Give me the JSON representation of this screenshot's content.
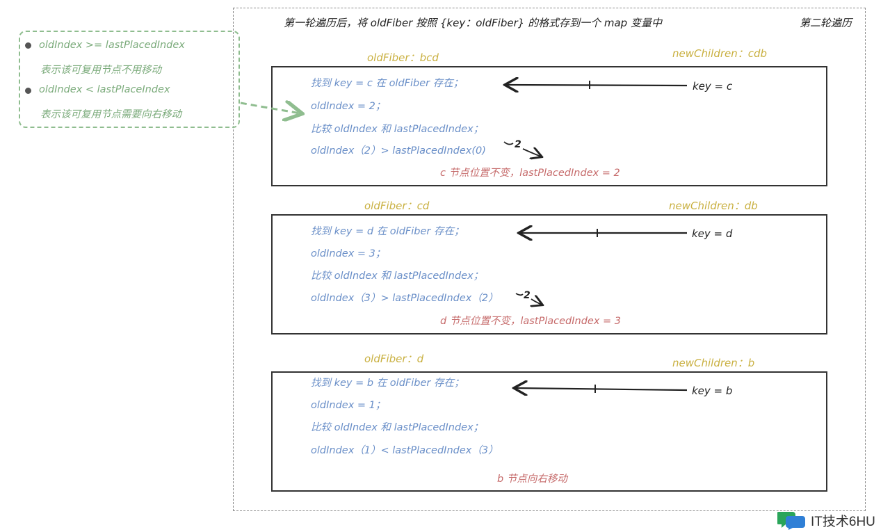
{
  "header": {
    "caption": "第一轮遍历后，将 oldFiber 按照 {key：oldFiber} 的格式存到一个 map 变量中",
    "second_round": "第二轮遍历"
  },
  "legend": {
    "rule1": "oldIndex >= lastPlacedIndex",
    "rule1_desc": "表示该可复用节点不用移动",
    "rule2": "oldIndex < lastPlaceIndex",
    "rule2_desc": "表示该可复用节点需要向右移动"
  },
  "steps": [
    {
      "old_fiber": "oldFiber：bcd",
      "new_children": "newChildren：cdb",
      "key": "key = c",
      "lines": [
        "找到 key = c 在 oldFiber 存在；",
        "oldIndex = 2；",
        "比较 oldIndex 和 lastPlacedIndex；",
        "oldIndex（2）> lastPlacedIndex(0)"
      ],
      "result_mark": "2",
      "result": "c 节点位置不变，lastPlacedIndex = 2"
    },
    {
      "old_fiber": "oldFiber：cd",
      "new_children": "newChildren：db",
      "key": "key = d",
      "lines": [
        "找到 key = d 在 oldFiber 存在；",
        "oldIndex = 3；",
        "比较 oldIndex 和 lastPlacedIndex；",
        "oldIndex（3）> lastPlacedIndex（2）"
      ],
      "result_mark": "2",
      "result": "d 节点位置不变，lastPlacedIndex = 3"
    },
    {
      "old_fiber": "oldFiber：d",
      "new_children": "newChildren：b",
      "key": "key = b",
      "lines": [
        "找到 key = b 在 oldFiber 存在；",
        "oldIndex = 1；",
        "比较 oldIndex 和 lastPlacedIndex；",
        "oldIndex（1）< lastPlacedIndex（3）"
      ],
      "result": "b 节点向右移动"
    }
  ],
  "watermark": {
    "text": "IT技术6HU"
  },
  "colors": {
    "step_text": "#6a8fc8",
    "result_text": "#c66b6b",
    "fiber_label": "#c9b040",
    "legend": "#7bab7b"
  }
}
